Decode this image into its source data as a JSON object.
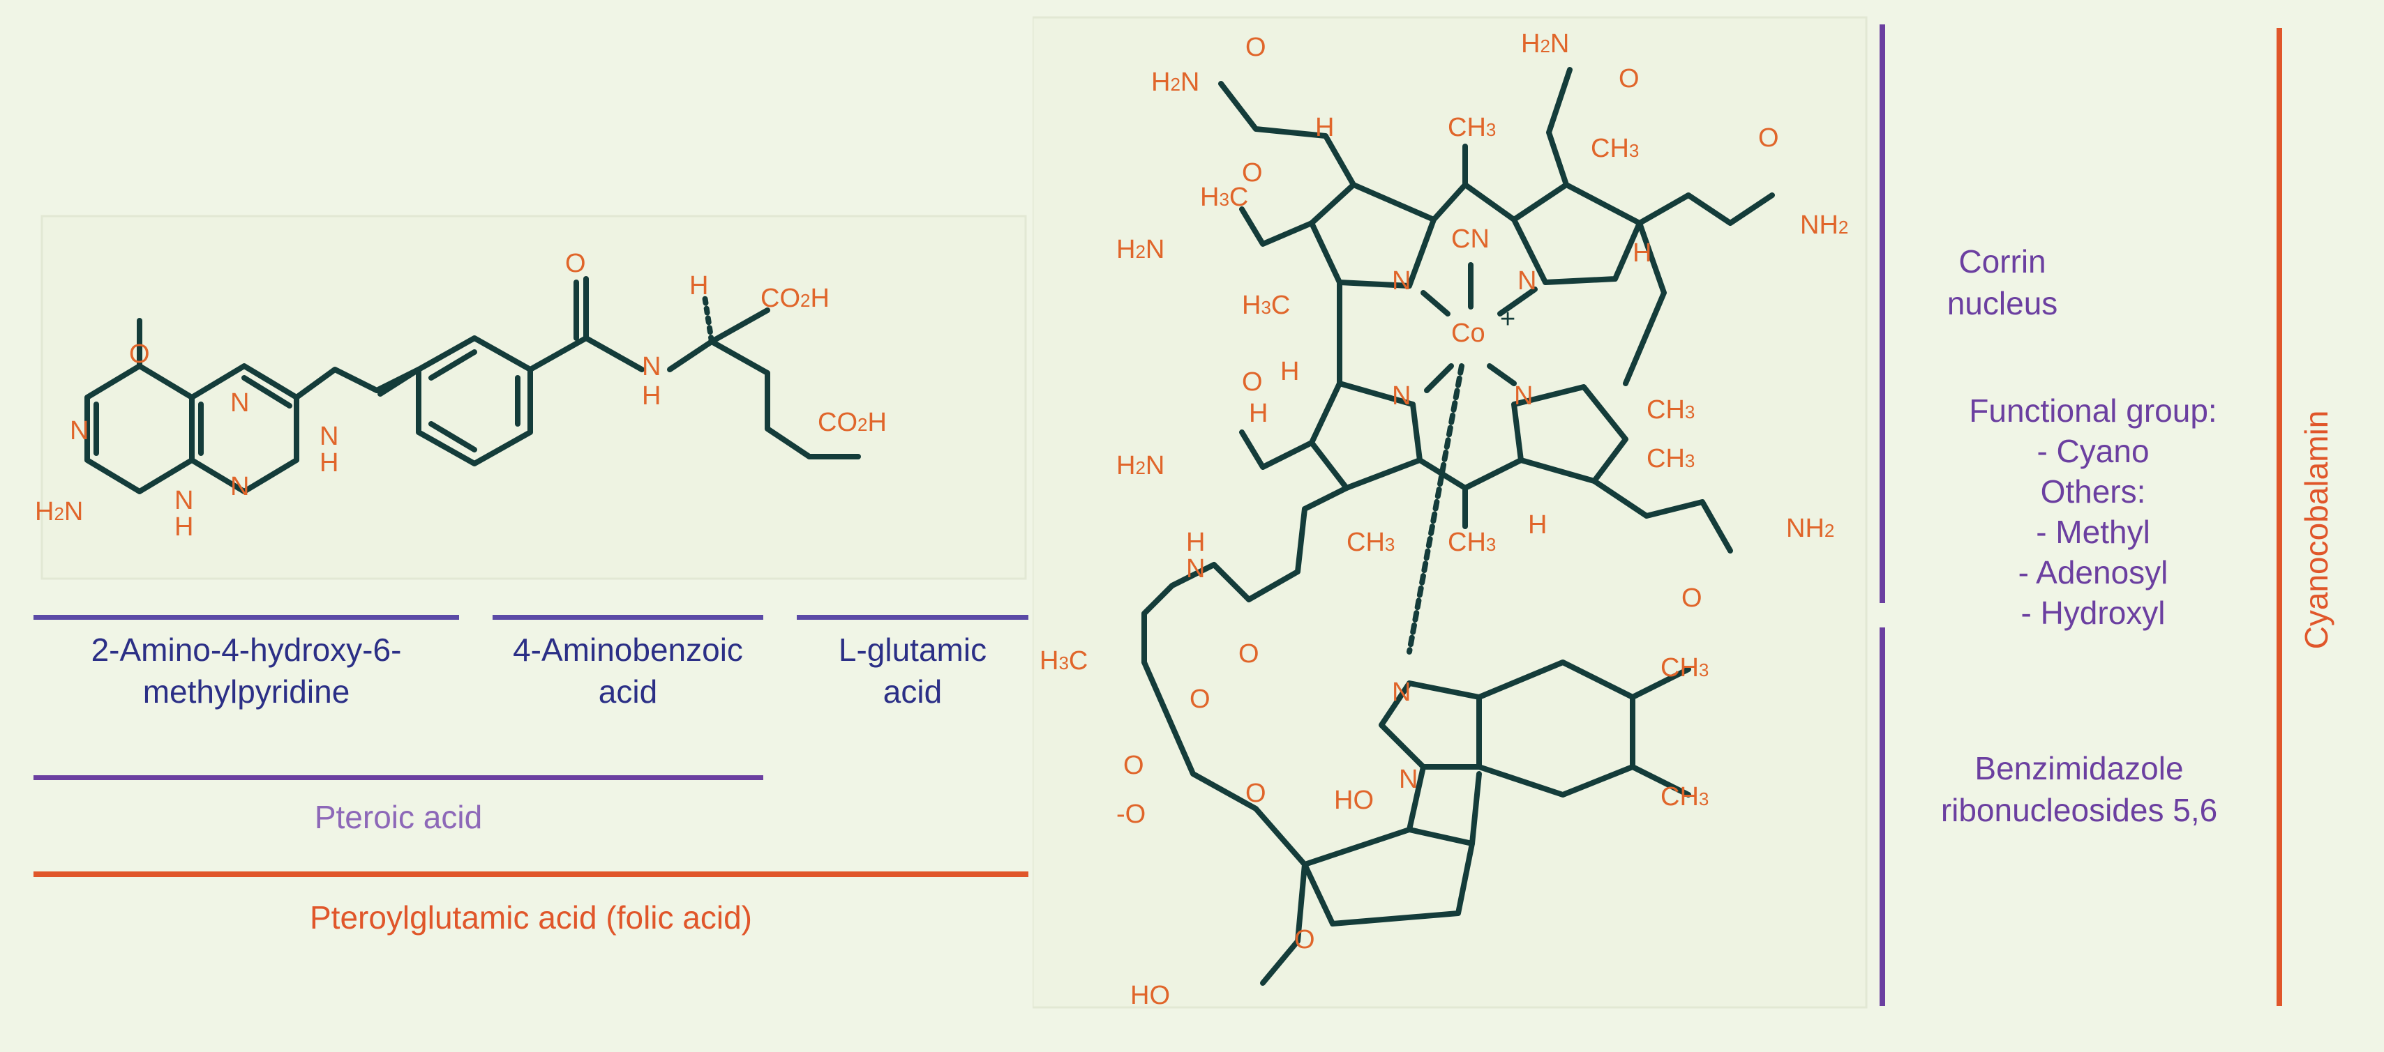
{
  "folate": {
    "segment1": "2-Amino-4-hydroxy-6-\nmethylpyridine",
    "segment2": "4-Aminobenzoic\nacid",
    "segment3": "L-glutamic\nacid",
    "group_pteroic": "Pteroic acid",
    "group_total": "Pteroylglutamic acid (folic acid)"
  },
  "cobalamin": {
    "corrin": "Corrin\nnucleus",
    "functional": "Functional group:\n- Cyano\nOthers:\n- Methyl\n- Adenosyl\n- Hydroxyl",
    "benzimidazole": "Benzimidazole\nribonucleosides 5,6",
    "title": "Cyanocobalamin"
  },
  "atoms": {
    "O": "O",
    "N": "N",
    "H": "H",
    "NH": "NH",
    "H2N": "H2N",
    "CO2H": "CO2H",
    "NH2": "NH2",
    "CH3": "CH3",
    "H3C": "H3C",
    "CN": "CN",
    "Co": "Co",
    "plus": "+",
    "HO": "HO",
    "O_minus": "-O"
  },
  "colors": {
    "background": "#f0f5e6",
    "navy": "#2b2f86",
    "purple": "#6b3fa0",
    "orange": "#e0562a",
    "bond": "#143c3a",
    "heteroatom": "#e0652a"
  }
}
